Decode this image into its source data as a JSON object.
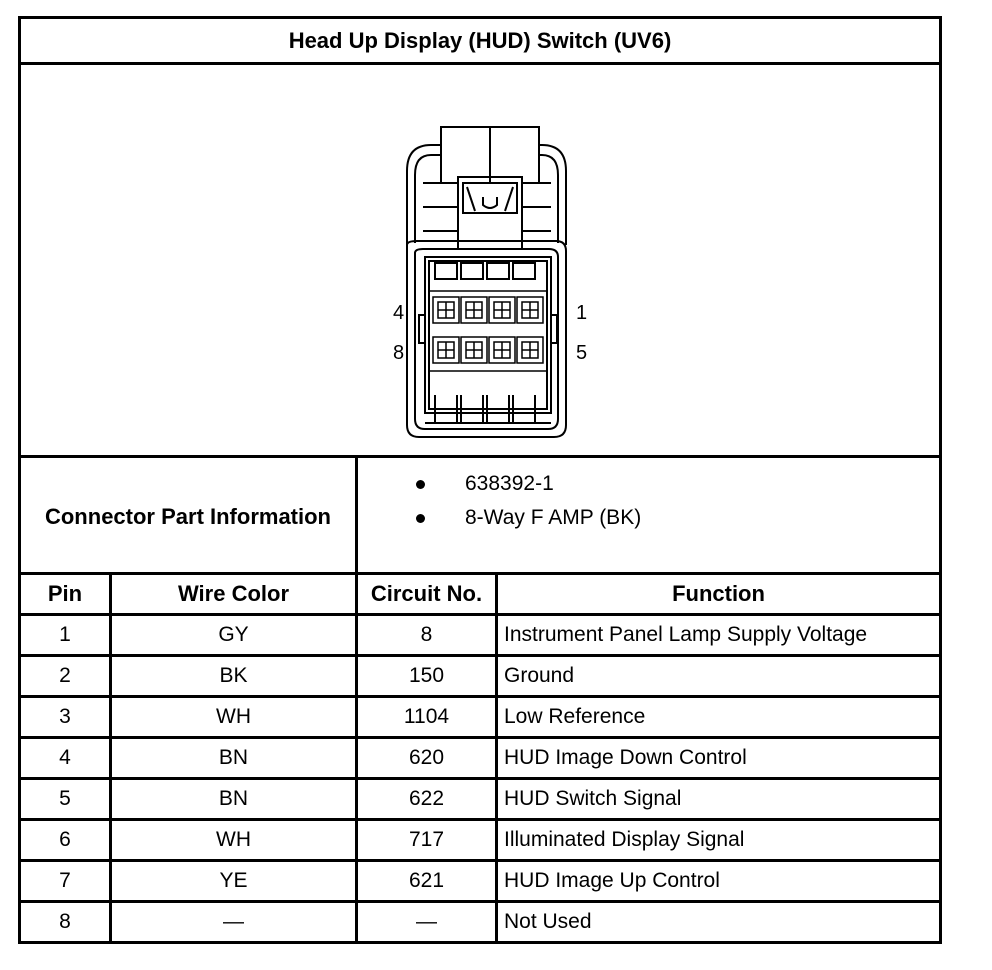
{
  "title": "Head Up Display (HUD) Switch (UV6)",
  "connector_pin_labels": {
    "top_left": "4",
    "bottom_left": "8",
    "top_right": "1",
    "bottom_right": "5"
  },
  "connector_info": {
    "label": "Connector Part Information",
    "items": [
      "638392-1",
      "8-Way F AMP (BK)"
    ]
  },
  "table": {
    "headers": {
      "pin": "Pin",
      "wire_color": "Wire Color",
      "circuit": "Circuit No.",
      "function": "Function"
    },
    "rows": [
      {
        "pin": "1",
        "wire_color": "GY",
        "circuit": "8",
        "function": "Instrument Panel Lamp Supply Voltage"
      },
      {
        "pin": "2",
        "wire_color": "BK",
        "circuit": "150",
        "function": "Ground"
      },
      {
        "pin": "3",
        "wire_color": "WH",
        "circuit": "1104",
        "function": "Low Reference"
      },
      {
        "pin": "4",
        "wire_color": "BN",
        "circuit": "620",
        "function": "HUD Image Down Control"
      },
      {
        "pin": "5",
        "wire_color": "BN",
        "circuit": "622",
        "function": "HUD Switch Signal"
      },
      {
        "pin": "6",
        "wire_color": "WH",
        "circuit": "717",
        "function": "Illuminated Display Signal"
      },
      {
        "pin": "7",
        "wire_color": "YE",
        "circuit": "621",
        "function": "HUD Image Up Control"
      },
      {
        "pin": "8",
        "wire_color": "—",
        "circuit": "—",
        "function": "Not Used"
      }
    ]
  }
}
